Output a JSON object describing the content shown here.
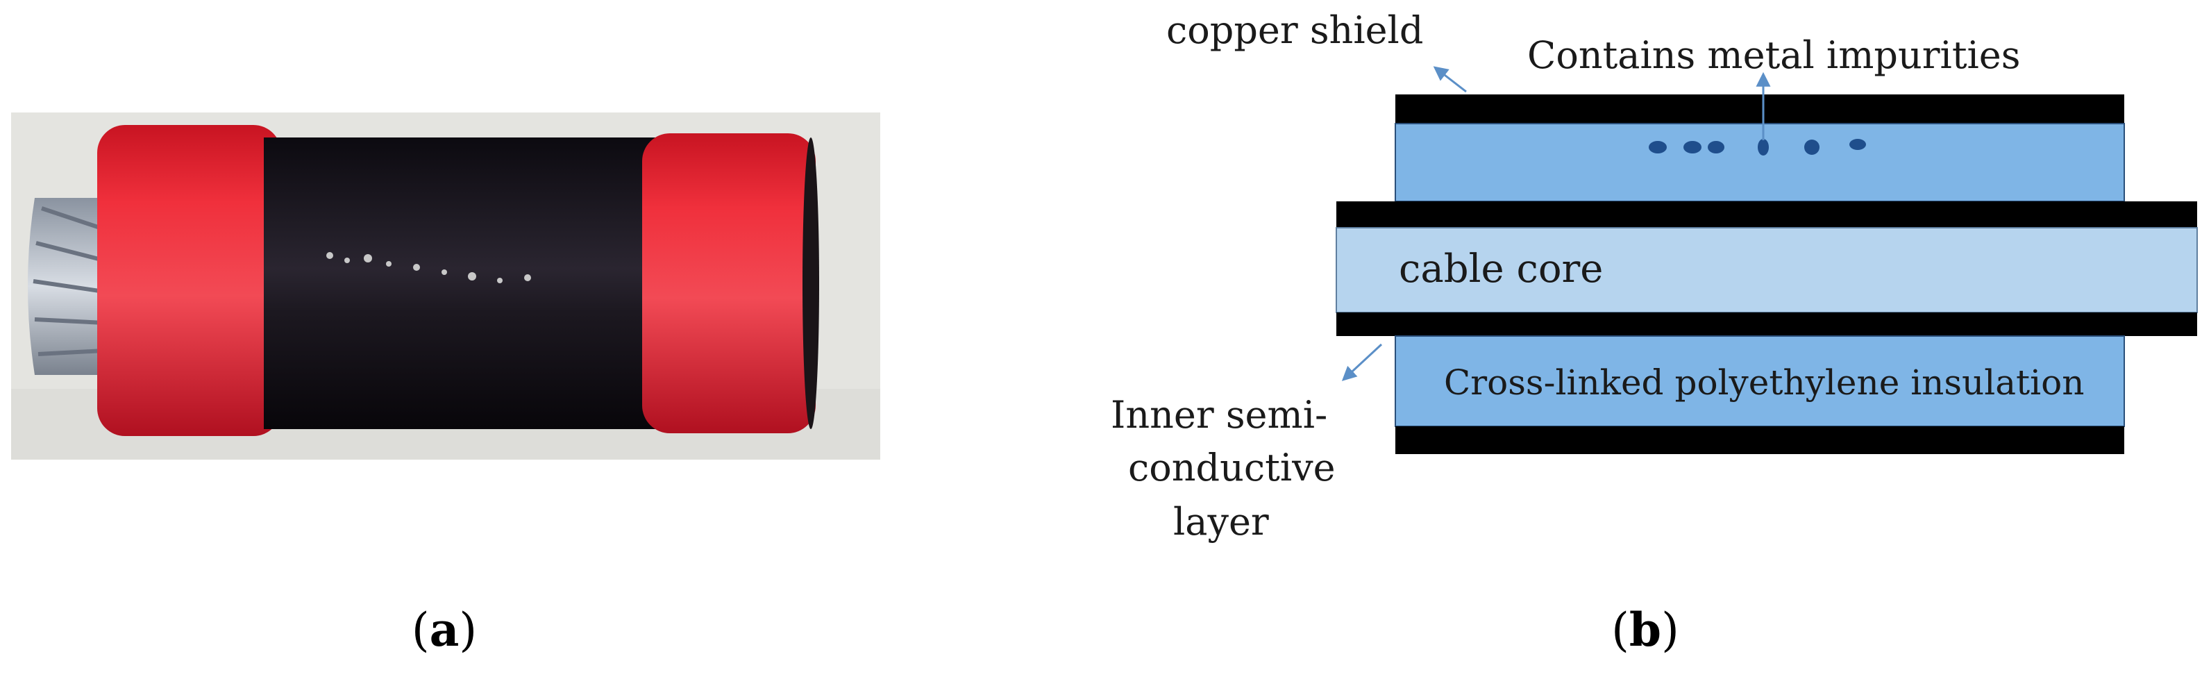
{
  "panel_a": {
    "caption_open": "(",
    "caption_letter": "a",
    "caption_close": ")"
  },
  "panel_b": {
    "caption_open": "(",
    "caption_letter": "b",
    "caption_close": ")",
    "labels": {
      "copper_shield": "copper shield",
      "metal_impurities": "Contains metal impurities",
      "cable_core": "cable core",
      "xlpe_insulation": "Cross-linked polyethylene insulation",
      "inner_semi_line1": "Inner semi-",
      "inner_semi_line2": "conductive",
      "inner_semi_line3": "layer"
    }
  },
  "colors": {
    "shield_black": "#000000",
    "insulation_blue": "#7fb5e6",
    "core_light_blue": "#b6d4ee",
    "impurity_dark": "#1f4e8c",
    "arrow_blue": "#5b8fc7",
    "sleeve_red": "#e82030",
    "tape_black": "#15101a",
    "background_gray": "#e4e4e0"
  }
}
